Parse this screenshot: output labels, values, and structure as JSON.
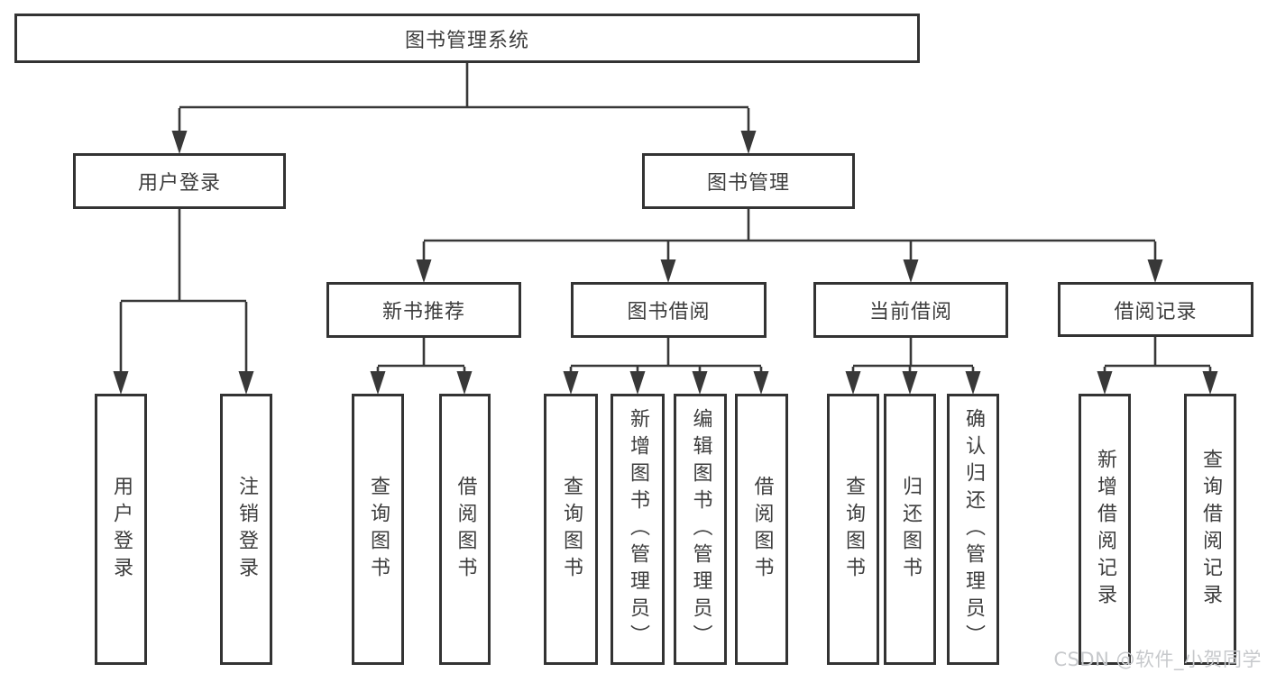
{
  "colors": {
    "line": "#383838",
    "box_border": "#333333",
    "text": "#3d3d3d",
    "watermark": "#c7c9cc",
    "background": "#ffffff"
  },
  "watermark": {
    "text": "CSDN @软件_小贺同学"
  },
  "tree": {
    "root": {
      "label": "图书管理系统",
      "children": [
        {
          "label": "用户登录",
          "children": [
            {
              "label": "用户登录"
            },
            {
              "label": "注销登录"
            }
          ]
        },
        {
          "label": "图书管理",
          "children": [
            {
              "label": "新书推荐",
              "children": [
                {
                  "label": "查询图书"
                },
                {
                  "label": "借阅图书"
                }
              ]
            },
            {
              "label": "图书借阅",
              "children": [
                {
                  "label": "查询图书"
                },
                {
                  "label": "新增图书（管理员）"
                },
                {
                  "label": "编辑图书（管理员）"
                },
                {
                  "label": "借阅图书"
                }
              ]
            },
            {
              "label": "当前借阅",
              "children": [
                {
                  "label": "查询图书"
                },
                {
                  "label": "归还图书"
                },
                {
                  "label": "确认归还（管理员）"
                }
              ]
            },
            {
              "label": "借阅记录",
              "children": [
                {
                  "label": "新增借阅记录"
                },
                {
                  "label": "查询借阅记录"
                }
              ]
            }
          ]
        }
      ]
    }
  }
}
